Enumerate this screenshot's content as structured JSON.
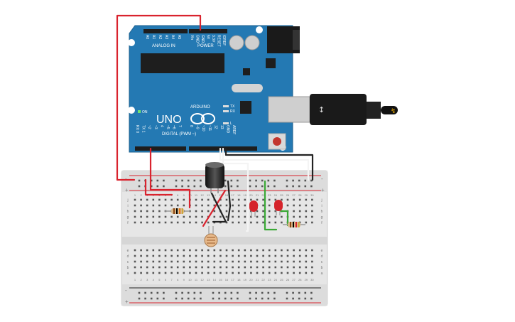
{
  "board": {
    "analog_header": "ANALOG IN",
    "analog_pins": [
      "A0",
      "A1",
      "A2",
      "A3",
      "A4",
      "A5"
    ],
    "power_header": "POWER",
    "power_pins": [
      "Vin",
      "GND",
      "GND",
      "5V",
      "3.3V",
      "RESET",
      "IOREF"
    ],
    "digital_header": "DIGITAL (PWM ~)",
    "digital_pins": [
      "RX 0",
      "TX 1",
      "~2",
      "~3",
      "4",
      "~5",
      "~6",
      "7",
      "8",
      "~9",
      "~10",
      "~11",
      "12",
      "13",
      "GND",
      "AREF"
    ],
    "model": "UNO",
    "brand": "ARDUINO",
    "on_label": "ON",
    "tx_label": "TX",
    "rx_label": "RX",
    "l_label": "L",
    "color": "#2479b3"
  },
  "breadboard": {
    "column_numbers": [
      "1",
      "2",
      "3",
      "4",
      "5",
      "6",
      "7",
      "8",
      "9",
      "10",
      "11",
      "12",
      "13",
      "14",
      "15",
      "16",
      "17",
      "18",
      "19",
      "20",
      "21",
      "22",
      "23",
      "24",
      "25",
      "26",
      "27",
      "28",
      "29",
      "30"
    ],
    "row_letters_top": [
      "j",
      "i",
      "h",
      "g",
      "f"
    ],
    "row_letters_bottom": [
      "e",
      "d",
      "c",
      "b",
      "a"
    ],
    "rail_plus": "+",
    "rail_minus": "-"
  },
  "colors": {
    "wire_red": "#d9232e",
    "wire_black": "#222222",
    "wire_green": "#3aa935",
    "wire_white": "#f4f4f4",
    "led_red": "#d5242b",
    "board_blue": "#2479b3"
  }
}
